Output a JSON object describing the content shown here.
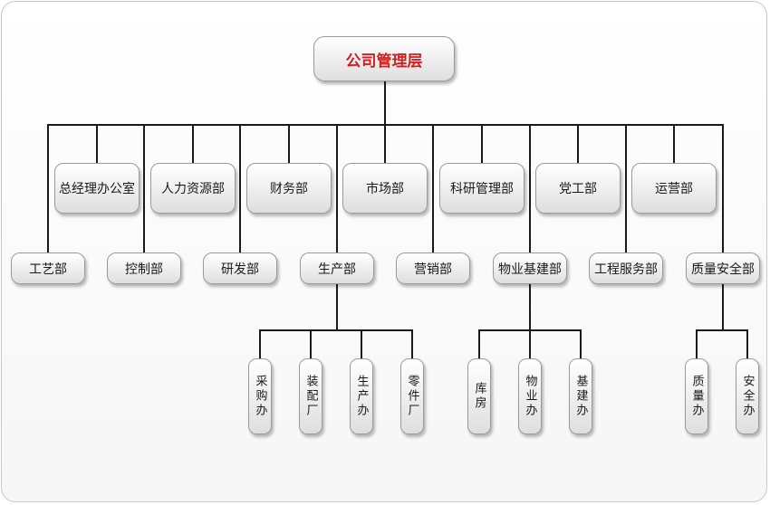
{
  "org": {
    "root": "公司管理层",
    "tier1": [
      "总经理办公室",
      "人力资源部",
      "财务部",
      "市场部",
      "科研管理部",
      "党工部",
      "运营部"
    ],
    "tier2": [
      "工艺部",
      "控制部",
      "研发部",
      "生产部",
      "营销部",
      "物业基建部",
      "工程服务部",
      "质量安全部"
    ],
    "production_units": [
      "采购办",
      "装配厂",
      "生产办",
      "零件厂"
    ],
    "property_units": [
      "库房",
      "物业办",
      "基建办"
    ],
    "quality_units": [
      "质量办",
      "安全办"
    ]
  },
  "colors": {
    "root_text": "#d41f1f",
    "line": "#1a1a1a",
    "node_border": "#9a9a9a"
  }
}
